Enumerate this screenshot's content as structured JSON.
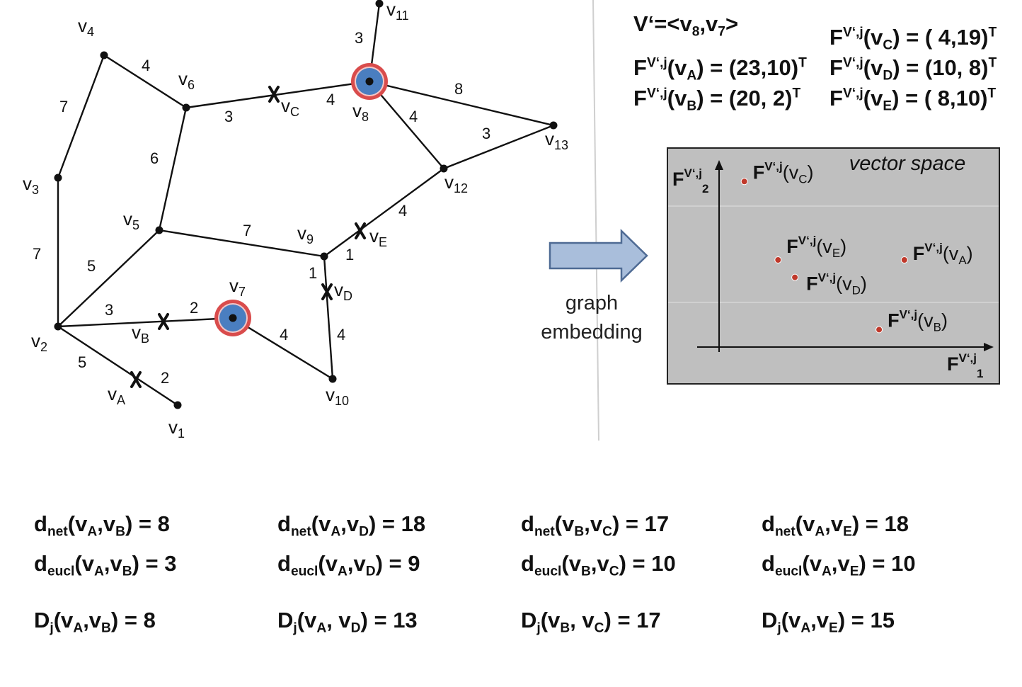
{
  "graph": {
    "nodes": [
      {
        "id": "v1",
        "label": "v",
        "sub": "1"
      },
      {
        "id": "v2",
        "label": "v",
        "sub": "2"
      },
      {
        "id": "v3",
        "label": "v",
        "sub": "3"
      },
      {
        "id": "v4",
        "label": "v",
        "sub": "4"
      },
      {
        "id": "v5",
        "label": "v",
        "sub": "5"
      },
      {
        "id": "v6",
        "label": "v",
        "sub": "6"
      },
      {
        "id": "v7",
        "label": "v",
        "sub": "7",
        "highlight": true
      },
      {
        "id": "v8",
        "label": "v",
        "sub": "8",
        "highlight": true
      },
      {
        "id": "v9",
        "label": "v",
        "sub": "9"
      },
      {
        "id": "v10",
        "label": "v",
        "sub": "10"
      },
      {
        "id": "v11",
        "label": "v",
        "sub": "11"
      },
      {
        "id": "v12",
        "label": "v",
        "sub": "12"
      },
      {
        "id": "v13",
        "label": "v",
        "sub": "13"
      }
    ],
    "edges": [
      {
        "id": "v4-v6",
        "weight": "4"
      },
      {
        "id": "v4-v3",
        "weight": "7"
      },
      {
        "id": "v3-v2",
        "weight": "7"
      },
      {
        "id": "v6-vC",
        "weight": "3"
      },
      {
        "id": "vC-v8",
        "weight": "4"
      },
      {
        "id": "v6-v5",
        "weight": "6"
      },
      {
        "id": "v8-v11",
        "weight": "3"
      },
      {
        "id": "v8-v13",
        "weight": "8"
      },
      {
        "id": "v8-v12",
        "weight": "4"
      },
      {
        "id": "v12-v13",
        "weight": "3"
      },
      {
        "id": "v12-vE",
        "weight": "4"
      },
      {
        "id": "vE-v9",
        "weight": "1"
      },
      {
        "id": "v5-v9",
        "weight": "7"
      },
      {
        "id": "v5-v2",
        "weight": "5"
      },
      {
        "id": "v9-vD",
        "weight": "1"
      },
      {
        "id": "vD-v10",
        "weight": "4"
      },
      {
        "id": "v7-v10",
        "weight": "4"
      },
      {
        "id": "v2-vB",
        "weight": "3"
      },
      {
        "id": "vB-v7",
        "weight": "2"
      },
      {
        "id": "v2-vA",
        "weight": "5"
      },
      {
        "id": "vA-v1",
        "weight": "2"
      }
    ],
    "poi": [
      {
        "id": "vA",
        "label": "v",
        "sub": "A"
      },
      {
        "id": "vB",
        "label": "v",
        "sub": "B"
      },
      {
        "id": "vC",
        "label": "v",
        "sub": "C"
      },
      {
        "id": "vD",
        "label": "v",
        "sub": "D"
      },
      {
        "id": "vE",
        "label": "v",
        "sub": "E"
      }
    ]
  },
  "arrow": {
    "line1": "graph",
    "line2": "embedding",
    "fill": "#a9bedb",
    "stroke": "#4f6b94"
  },
  "reference_set": {
    "text": "V‘=<v8,v7>"
  },
  "vectors": [
    {
      "node": "A",
      "value": "(23,10)"
    },
    {
      "node": "B",
      "value": "(20,  2)"
    },
    {
      "node": "C",
      "value": "(  4,19)"
    },
    {
      "node": "D",
      "value": "(10,  8)"
    },
    {
      "node": "E",
      "value": "(  8,10)"
    }
  ],
  "vector_space": {
    "title": "vector space",
    "background": "#bfbfbf",
    "point_color": "#c0392b",
    "x_axis": "F^{V‘,j}_1",
    "y_axis": "F^{V‘,j}_2",
    "points": [
      {
        "label": "C",
        "x": 4,
        "y": 19
      },
      {
        "label": "E",
        "x": 8,
        "y": 10
      },
      {
        "label": "D",
        "x": 10,
        "y": 8
      },
      {
        "label": "A",
        "x": 23,
        "y": 10
      },
      {
        "label": "B",
        "x": 20,
        "y": 2
      }
    ]
  },
  "distances": [
    {
      "pair": "vA,vB",
      "net": "8",
      "eucl": "3",
      "Dj": "8"
    },
    {
      "pair": "vA,vD",
      "net": "18",
      "eucl": "9",
      "Dj": "13"
    },
    {
      "pair": "vB,vC",
      "net": "17",
      "eucl": "10",
      "Dj": "17"
    },
    {
      "pair": "vA,vE",
      "net": "18",
      "eucl": "10",
      "Dj": "15"
    }
  ],
  "colors": {
    "highlight_fill": "#4a7ec0",
    "highlight_ring": "#d94c4c",
    "divider": "#cfcfcf"
  }
}
